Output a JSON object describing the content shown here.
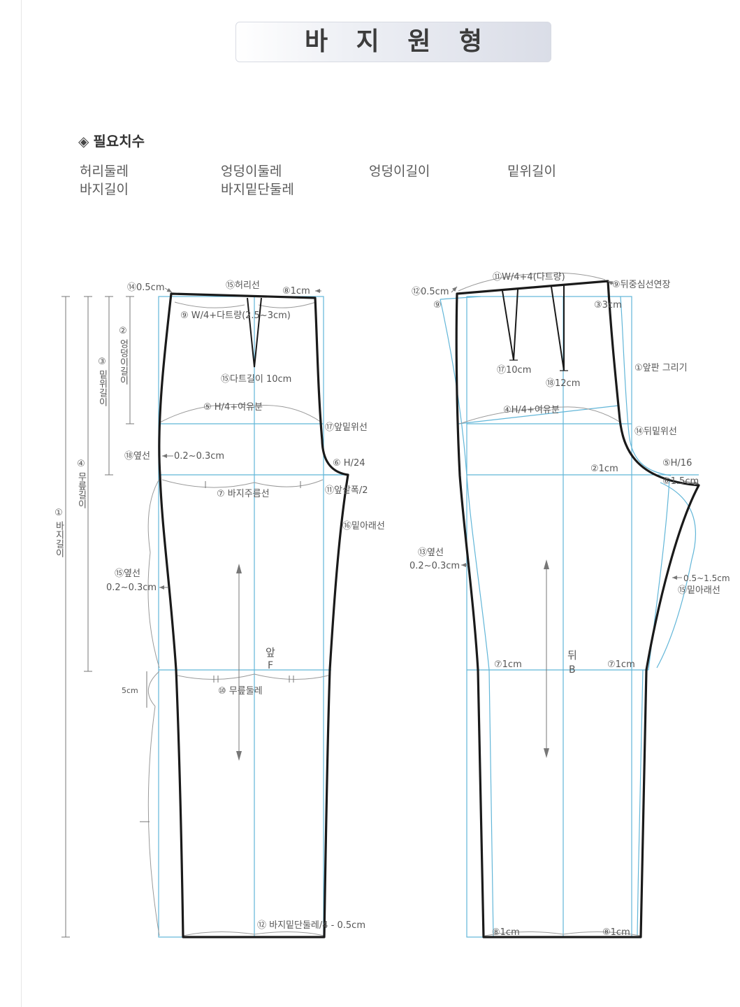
{
  "title": "바 지 원 형",
  "section_heading": "필요치수",
  "measurements": [
    "허리둘레",
    "엉덩이둘레",
    "엉덩이길이",
    "밑위길이",
    "바지길이",
    "바지밑단둘레"
  ],
  "front": {
    "lbl_a": "⑭0.5cm",
    "lbl_b": "⑮허리선",
    "lbl_c": "⑧1cm",
    "lbl_d": "⑨ W/4+다트량(2.5~3cm)",
    "lbl_e": "⑮다트길이 10cm",
    "lbl_f": "⑤ H/4+여유분",
    "lbl_g": "⑰앞밑위선",
    "lbl_h": "⑱옆선",
    "lbl_i": "0.2~0.3cm",
    "lbl_j": "⑥ H/24",
    "lbl_k": "⑦ 바지주름선",
    "lbl_l": "⑪앞샅폭/2",
    "lbl_m": "⑯밑아래선",
    "lbl_n": "⑮옆선",
    "lbl_o": "0.2~0.3cm",
    "lbl_p": "앞",
    "lbl_q": "F",
    "lbl_r": "⑩ 무릎둘레",
    "lbl_s": "5cm",
    "lbl_t": "⑫ 바지밑단둘레/4 - 0.5cm",
    "v1": "② 엉덩이길이",
    "v2": "③ 밑위길이",
    "v3": "④ 무릎길이",
    "v4": "① 바지길이"
  },
  "back": {
    "lbl_a": "⑪W/4+4(다트량)",
    "lbl_b": "⑫0.5cm",
    "lbl_c": "⑨뒤중심선연장",
    "lbl_d": "⑨",
    "lbl_e": "③3cm",
    "lbl_f": "①앞판 그리기",
    "lbl_g": "⑰10cm",
    "lbl_h": "⑱12cm",
    "lbl_i": "④H/4+여유분",
    "lbl_j": "⑭뒤밑위선",
    "lbl_k": "⑤H/16",
    "lbl_l": "②1cm",
    "lbl_m": "⑥1.5cm",
    "lbl_n": "⑬옆선",
    "lbl_o": "0.2~0.3cm",
    "lbl_p": "0.5~1.5cm",
    "lbl_q": "⑮밑아래선",
    "lbl_r": "⑦1cm",
    "lbl_s": "뒤",
    "lbl_t": "B",
    "lbl_u": "⑦1cm",
    "lbl_v": "⑧1cm",
    "lbl_w": "⑧1cm"
  },
  "colors": {
    "guide": "#62b6d8",
    "outline": "#1a1a1a",
    "dimension": "#8a8a8a"
  }
}
